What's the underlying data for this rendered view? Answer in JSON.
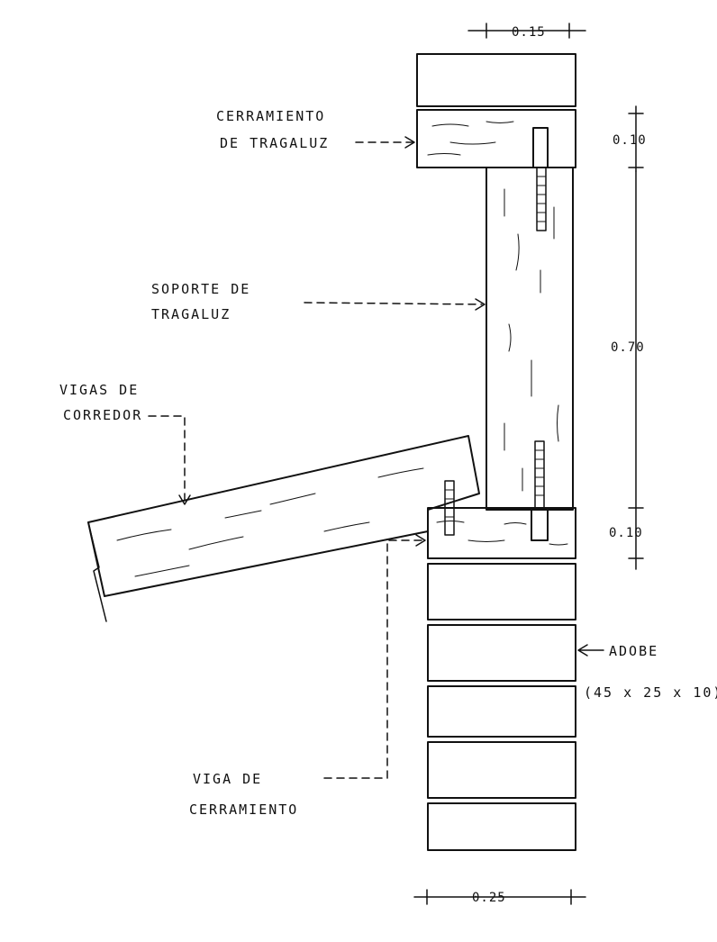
{
  "labels": {
    "cerramiento_tragaluz_1": "CERRAMIENTO",
    "cerramiento_tragaluz_2": "DE TRAGALUZ",
    "soporte_1": "SOPORTE DE",
    "soporte_2": "TRAGALUZ",
    "vigas_1": "VIGAS DE",
    "vigas_2": "CORREDOR",
    "viga_cerr_1": "VIGA DE",
    "viga_cerr_2": "CERRAMIENTO",
    "adobe": "ADOBE",
    "adobe_size": "(45 x 25 x 10)"
  },
  "dimensions": {
    "top_width": "0.15",
    "top_beam": "0.10",
    "support_height": "0.70",
    "bottom_beam": "0.10",
    "wall_width": "0.25"
  },
  "colors": {
    "ink": "#111111",
    "paper": "#ffffff"
  }
}
